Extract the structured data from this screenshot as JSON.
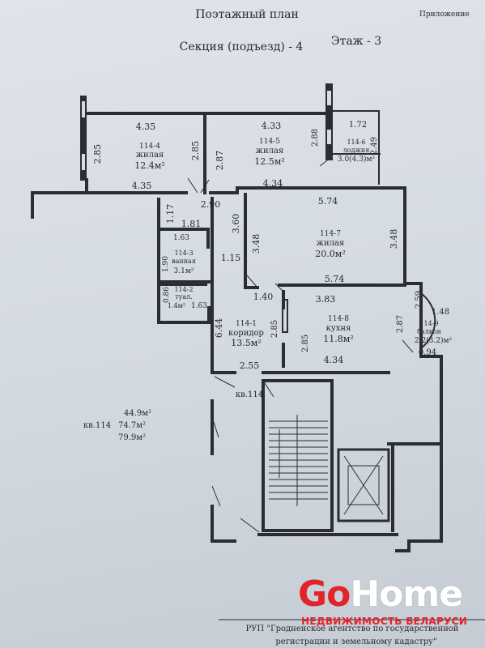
{
  "header": {
    "title": "Поэтажный план",
    "appendix": "Приложение",
    "section": "Секция (подъезд) - 4",
    "floor": "Этаж  - 3"
  },
  "rooms": {
    "r4": {
      "id": "114-4",
      "type": "жилая",
      "area": "12.4м²"
    },
    "r5": {
      "id": "114-5",
      "type": "жилая",
      "area": "12.5м²"
    },
    "r6": {
      "id": "114-6",
      "type": "лоджия",
      "area": "3.0(4.3)м²"
    },
    "r7": {
      "id": "114-7",
      "type": "жилая",
      "area": "20.0м²"
    },
    "r3": {
      "id": "114-3",
      "type": "ванная",
      "area": "3.1м²"
    },
    "r2": {
      "id": "114-2",
      "type": "туал.",
      "area": "1.4м²"
    },
    "r1": {
      "id": "114-1",
      "type": "коридор",
      "area": "13.5м²"
    },
    "r8": {
      "id": "114-8",
      "type": "кухня",
      "area": "11.8м²"
    },
    "r9": {
      "id": "114-9",
      "type": "балкон",
      "area": "2.2(3.2)м²"
    }
  },
  "dims": {
    "d435a": "4.35",
    "d285a": "2.85",
    "d285b": "2.85",
    "d287a": "2.87",
    "d433": "4.33",
    "d288": "2.88",
    "d172": "1.72",
    "d249": "2.49",
    "d435b": "4.35",
    "d290": "2.90",
    "d434a": "4.34",
    "d574a": "5.74",
    "d117": "1.17",
    "d181": "1.81",
    "d163a": "1.63",
    "d360": "3.60",
    "d348a": "3.48",
    "d348b": "3.48",
    "d190": "1.90",
    "d115": "1.15",
    "d140": "1.40",
    "d574b": "5.74",
    "d086": "0.86",
    "d163b": "1.63",
    "d383": "3.83",
    "d259": "2.59",
    "d148": "1.48",
    "d644": "6.44",
    "d285c": "2.85",
    "d285d": "2.85",
    "d287b": "2.87",
    "d434b": "4.34",
    "d094": "0.94",
    "d255": "2.55"
  },
  "apartment": {
    "label": "кв.114",
    "name": "кв.114",
    "area1": "44.9м²",
    "area2": "74.7м²",
    "area3": "79.9м²"
  },
  "brand": {
    "go": "Go",
    "home": "Home",
    "subtitle": "НЕДВИЖИМОСТЬ БЕЛАРУСИ"
  },
  "footer": {
    "line1": "РУП \"Гродненское агентство по государственной",
    "line2": "регистрации  и  земельному кадастру\""
  }
}
